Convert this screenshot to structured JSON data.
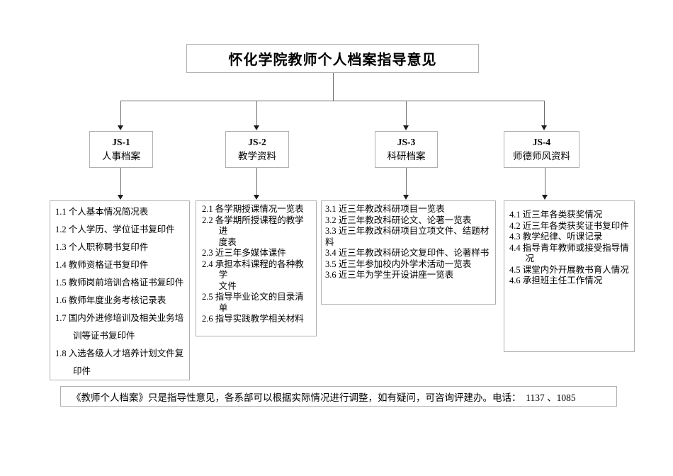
{
  "page_title": "怀化学院教师个人档案指导意见",
  "colors": {
    "background": "#ffffff",
    "box_border": "#b0b0b0",
    "connector_line": "#6e6e6e",
    "arrow": "#1c1c1c",
    "text": "#000000"
  },
  "categories": [
    {
      "code": "JS-1",
      "name": "人事档案",
      "items": [
        "1.1 个人基本情况简况表",
        "1.2 个人学历、学位证书复印件",
        "1.3 个人职称聘书复印件",
        "1.4 教师资格证书复印件",
        "1.5 教师岗前培训合格证书复印件",
        "1.6 教师年度业务考核记录表",
        "1.7 国内外进修培训及相关业务培\n训等证书复印件",
        "1.8 入选各级人才培养计划文件复\n印件"
      ]
    },
    {
      "code": "JS-2",
      "name": "教学资料",
      "items": [
        "2.1 各学期授课情况一览表",
        "2.2 各学期所授课程的教学进\n度表",
        "2.3 近三年多媒体课件",
        "2.4 承担本科课程的各种教学\n文件",
        "2.5 指导毕业论文的目录清单",
        "2.6 指导实践教学相关材料"
      ]
    },
    {
      "code": "JS-3",
      "name": "科研档案",
      "items": [
        "3.1 近三年教改科研项目一览表",
        "3.2 近三年教改科研论文、论著一览表",
        "3.3 近三年教改科研项目立项文件、结题材\n料",
        "3.4 近三年教改科研论文复印件、论著样书",
        "3.5 近三年参加校内外学术活动一览表",
        "3.6 近三年为学生开设讲座一览表"
      ]
    },
    {
      "code": "JS-4",
      "name": "师德师风资料",
      "items": [
        "4.1 近三年各类获奖情况",
        "4.2 近三年各类获奖证书复印件",
        "4.3 教学纪律、听课记录",
        "4.4 指导青年教师或接受指导情\n况",
        "4.5 课堂内外开展教书育人情况",
        "4.6 承担班主任工作情况"
      ]
    }
  ],
  "footnote": "《教师个人档案》只是指导性意见，各系部可以根据实际情况进行调整，如有疑问，可咨询评建办。电话：  1137 、1085"
}
